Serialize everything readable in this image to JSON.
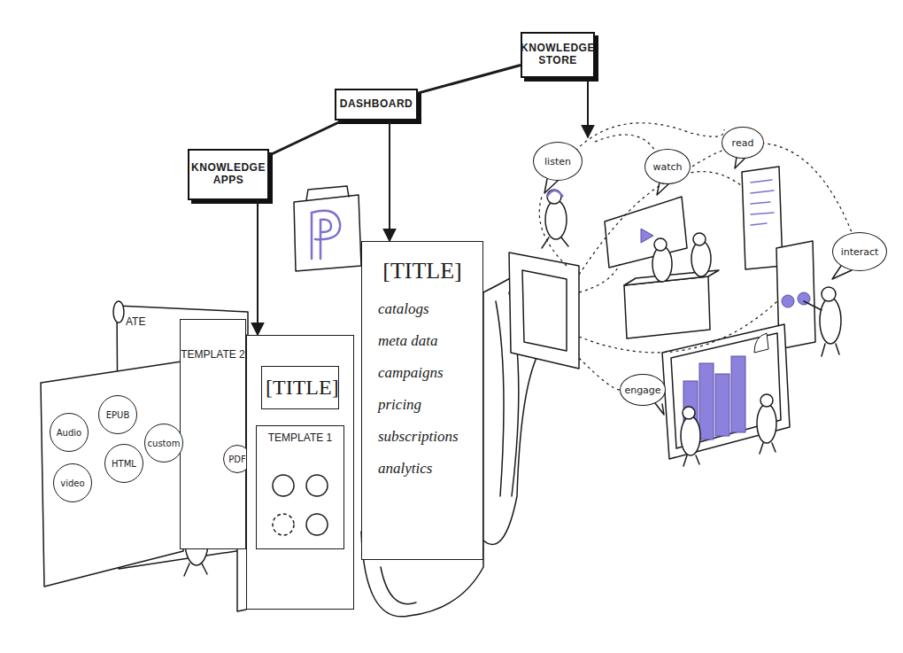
{
  "diagram": {
    "nodes": [
      {
        "text": [
          "KNOWLEDGE APPS"
        ]
      },
      {
        "text": [
          "DASHBOARD"
        ]
      },
      {
        "text": [
          "KNOWLEDGE STORE"
        ]
      },
      {
        "text": [
          "TEMPLATE 2"
        ]
      },
      {
        "text": [
          "Audio"
        ]
      },
      {
        "text": [
          "EPUB"
        ]
      },
      {
        "text": [
          "video"
        ]
      },
      {
        "text": [
          "HTML"
        ]
      },
      {
        "text": [
          "custom"
        ]
      },
      {
        "text": [
          "PDF"
        ]
      },
      {
        "text": [
          "[TITLE]",
          "TEMPLATE 1"
        ]
      },
      {
        "text": [
          "[TITLE]",
          "catalogs",
          "meta data",
          "campaigns",
          "pricing",
          "subscriptions",
          "analytics"
        ]
      },
      {
        "text": [
          "listen"
        ]
      },
      {
        "text": [
          "watch"
        ]
      },
      {
        "text": [
          "read"
        ]
      },
      {
        "text": [
          "interact"
        ]
      },
      {
        "text": [
          "engage"
        ]
      }
    ],
    "edges": [
      {
        "from": 0,
        "to": 10,
        "arrow": "to"
      },
      {
        "from": 1,
        "to": 11,
        "arrow": "to"
      },
      {
        "from": 0,
        "to": 1,
        "arrow": "none"
      },
      {
        "from": 1,
        "to": 2,
        "arrow": "none"
      }
    ],
    "labels": [
      "ATE"
    ]
  }
}
